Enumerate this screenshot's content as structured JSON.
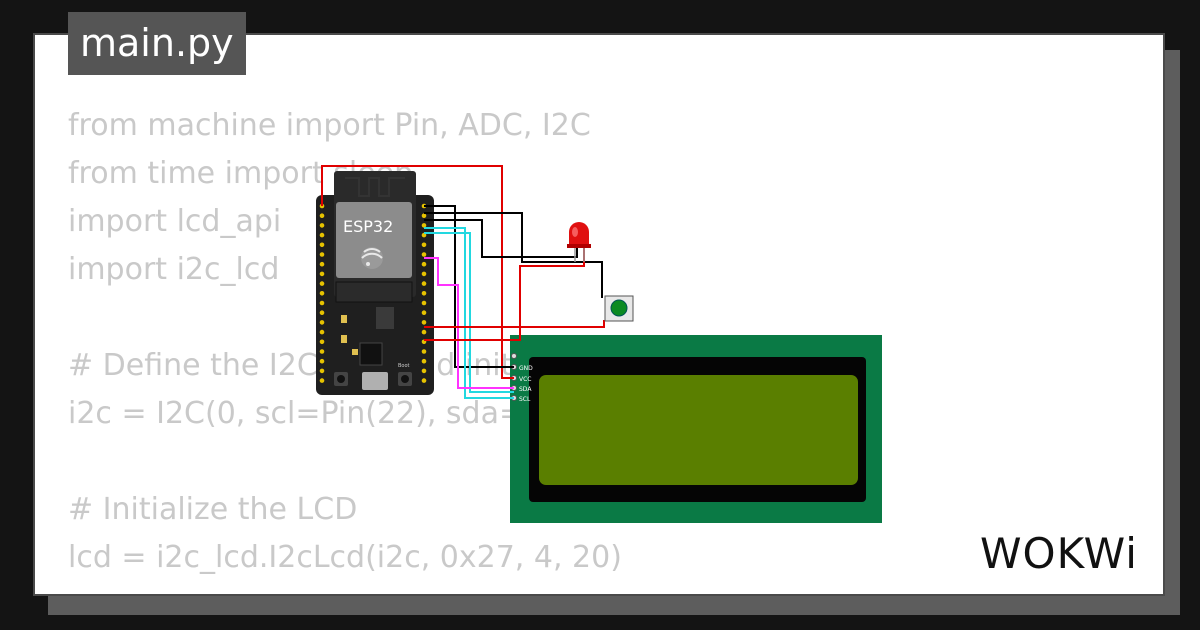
{
  "editor": {
    "filename": "main.py",
    "code_lines": [
      "from machine import Pin, ADC, I2C",
      "from time import sleep",
      "import lcd_api",
      "import i2c_lcd",
      "",
      "# Define the I2C pins and initialize",
      "i2c = I2C(0, scl=Pin(22), sda=Pin(21))",
      "",
      "# Initialize the LCD",
      "lcd = i2c_lcd.I2cLcd(i2c, 0x27, 4, 20)"
    ]
  },
  "simulation": {
    "board_label": "ESP32",
    "lcd_pins": [
      "GND",
      "VCC",
      "SDA",
      "SCL"
    ],
    "button_label": "Boot",
    "colors": {
      "board": "#1f1f1f",
      "module": "#8c8c8c",
      "lcd_pcb": "#0a7a45",
      "lcd_screen": "#5a7f00",
      "wire_power": "#e00000",
      "wire_ground": "#000000",
      "wire_sda": "#ff33ff",
      "wire_scl": "#22d8e0",
      "led": "#e01010",
      "button": "#0b8a22"
    }
  },
  "brand": {
    "logo_text": "WOKWi"
  }
}
